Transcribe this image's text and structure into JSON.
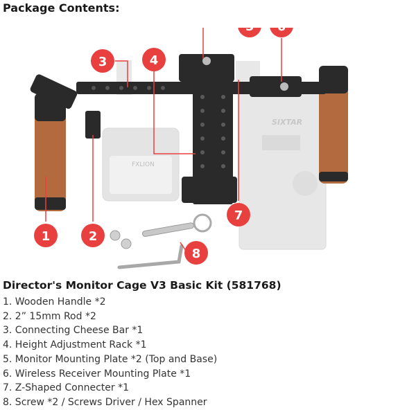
{
  "heading": "Package Contents:",
  "callouts": [
    "1",
    "2",
    "3",
    "4",
    "5",
    "6",
    "7",
    "8"
  ],
  "product_labels": [
    "FXLION",
    "SIXTAR"
  ],
  "kit_title": "Director's Monitor Cage V3 Basic Kit (581768)",
  "items": [
    "1. Wooden Handle *2",
    "2. 2” 15mm Rod *2",
    "3. Connecting Cheese Bar *1",
    "4. Height Adjustment Rack *1",
    "5. Monitor Mounting Plate *2 (Top and Base)",
    "6. Wireless Receiver Mounting Plate *1",
    "7. Z-Shaped Connecter *1",
    "8. Screw *2 / Screws Driver / Hex Spanner"
  ],
  "colors": {
    "callout": "#e8403f",
    "wood": "#b26a3e",
    "metal": "#222222",
    "ghost": "#d9d9d9"
  }
}
